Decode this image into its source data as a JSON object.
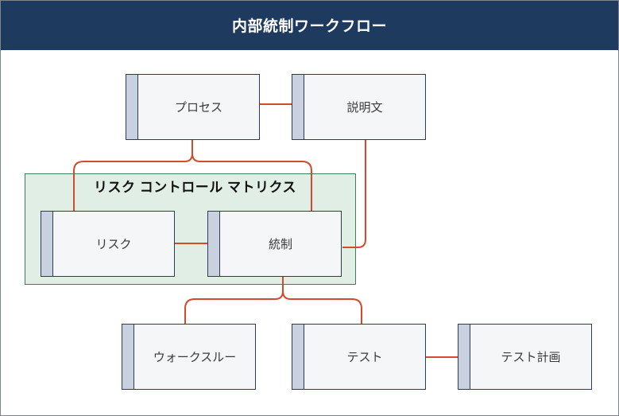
{
  "title": "内部統制ワークフロー",
  "group": {
    "title": "リスク コントロール マトリクス"
  },
  "nodes": {
    "process": "プロセス",
    "description": "説明文",
    "risk": "リスク",
    "control": "統制",
    "walkthrough": "ウォークスルー",
    "test": "テスト",
    "test_plan": "テスト計画"
  },
  "colors": {
    "header": "#1f3a5f",
    "connector": "#d14b2c",
    "group_fill": "#e1eee6",
    "group_border": "#3f7d5a",
    "node_fill": "#f5f6f8",
    "node_stripe": "#c9d1e0",
    "node_border": "#2c3b57"
  }
}
